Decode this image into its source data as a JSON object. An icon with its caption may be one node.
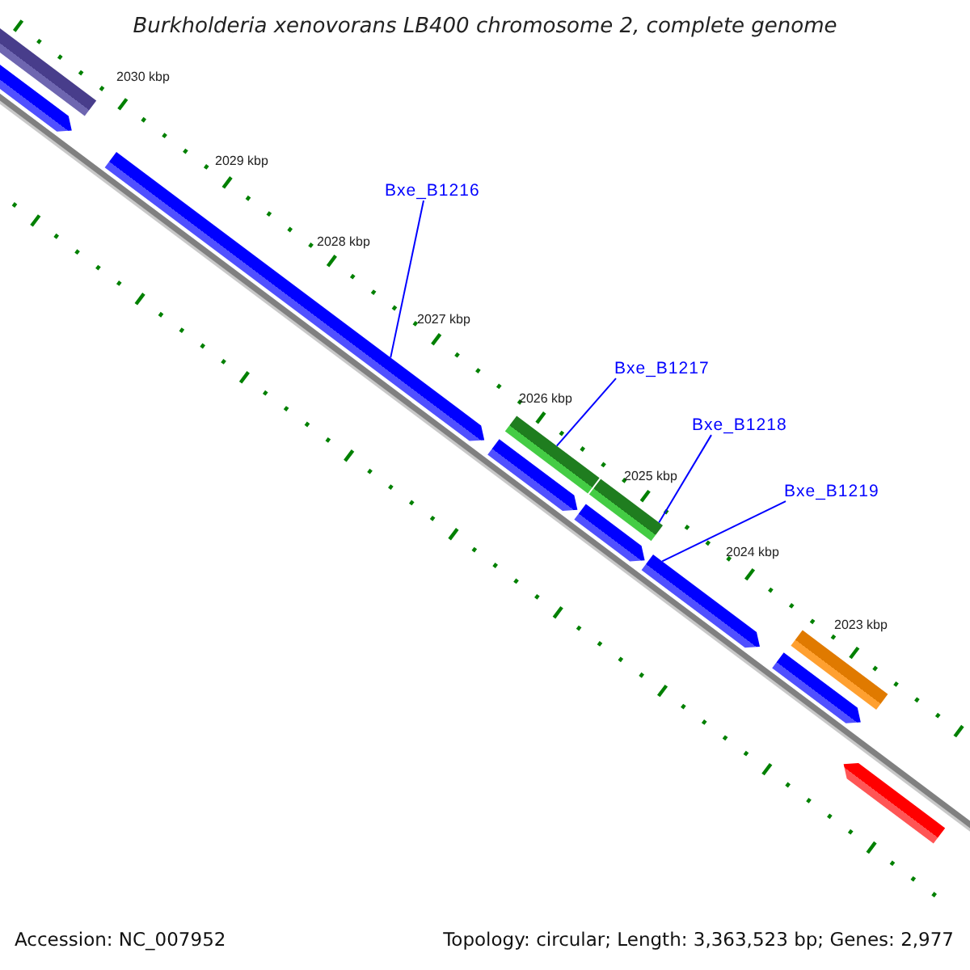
{
  "diagram": {
    "title": "Burkholderia xenovorans LB400 chromosome 2, complete genome",
    "nodes": [
      {
        "text": [
          "Bxe_B1216"
        ]
      },
      {
        "text": [
          "Bxe_B1217"
        ]
      },
      {
        "text": [
          "Bxe_B1218"
        ]
      },
      {
        "text": [
          "Bxe_B1219"
        ]
      },
      {
        "text": [],
        "shape": "bar"
      },
      {
        "text": [],
        "shape": "arrow"
      },
      {
        "text": [],
        "shape": "arrow"
      },
      {
        "text": [],
        "shape": "bar"
      },
      {
        "text": [],
        "shape": "bar"
      },
      {
        "text": [],
        "shape": "arrow"
      },
      {
        "text": [],
        "shape": "arrow"
      },
      {
        "text": [],
        "shape": "arrow"
      },
      {
        "text": [],
        "shape": "bar"
      },
      {
        "text": [],
        "shape": "arrow"
      },
      {
        "text": [],
        "shape": "arrow"
      }
    ],
    "edges": [
      {
        "from": 0,
        "to": 6,
        "arrow": "none"
      },
      {
        "from": 1,
        "to": 7,
        "arrow": "none"
      },
      {
        "from": 2,
        "to": 8,
        "arrow": "none"
      },
      {
        "from": 3,
        "to": 11,
        "arrow": "none"
      }
    ],
    "labels": [
      "2030 kbp",
      "2029 kbp",
      "2028 kbp",
      "2027 kbp",
      "2026 kbp",
      "2025 kbp",
      "2024 kbp",
      "2023 kbp",
      "Accession: NC_007952",
      "Topology: circular; Length: 3,363,523 bp; Genes: 2,977"
    ]
  }
}
